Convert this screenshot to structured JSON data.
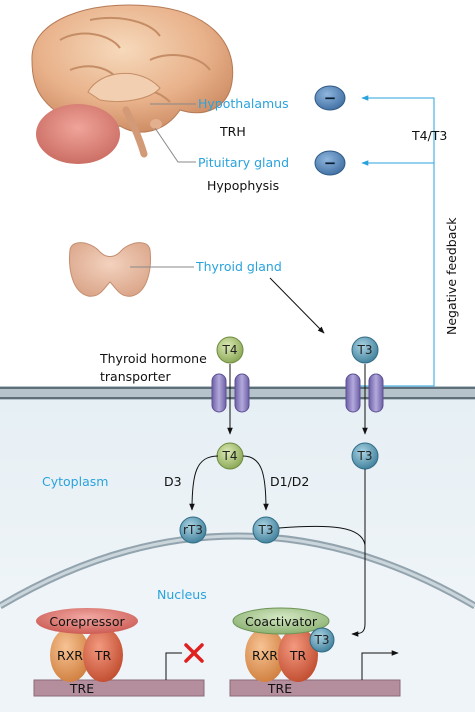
{
  "regulation": {
    "hypothalamus_label": "Hypothalamus",
    "trh_label": "TRH",
    "pituitary_label": "Pituitary gland",
    "hypophysis_label": "Hypophysis",
    "thyroid_label": "Thyroid gland",
    "feedback_hormones_label": "T4/T3",
    "negative_feedback_label": "Negative feedback",
    "inhibit_symbol": "−"
  },
  "membrane": {
    "transporter_label_line1": "Thyroid hormone",
    "transporter_label_line2": "transporter",
    "t4_outside": "T4",
    "t3_outside": "T3"
  },
  "cytoplasm": {
    "region_label": "Cytoplasm",
    "t4_inside": "T4",
    "t3_inside": "T3",
    "d3_label": "D3",
    "d1d2_label": "D1/D2",
    "rt3_label": "rT3",
    "t3_converted": "T3"
  },
  "nucleus": {
    "region_label": "Nucleus",
    "left_complex": {
      "corepressor_label": "Corepressor",
      "rxr_label": "RXR",
      "tr_label": "TR",
      "tre_label": "TRE"
    },
    "right_complex": {
      "coactivator_label": "Coactivator",
      "rxr_label": "RXR",
      "tr_label": "TR",
      "t3_label": "T3",
      "tre_label": "TRE"
    }
  },
  "colors": {
    "blue_text": "#2aa3dc",
    "t4_green": "#9db86a",
    "t3_blue": "#4d8ea9",
    "inhibit_blue": "#4f84b8",
    "membrane": "#a7b4bd",
    "transporter_purple": "#8a7fbd",
    "corepressor_red": "#d96b67",
    "coactivator_green": "#9cbf84",
    "rxr_orange": "#e19a5c",
    "tr_red": "#d96042",
    "tre_mauve": "#b58e9e",
    "repression_x": "#e02020"
  }
}
